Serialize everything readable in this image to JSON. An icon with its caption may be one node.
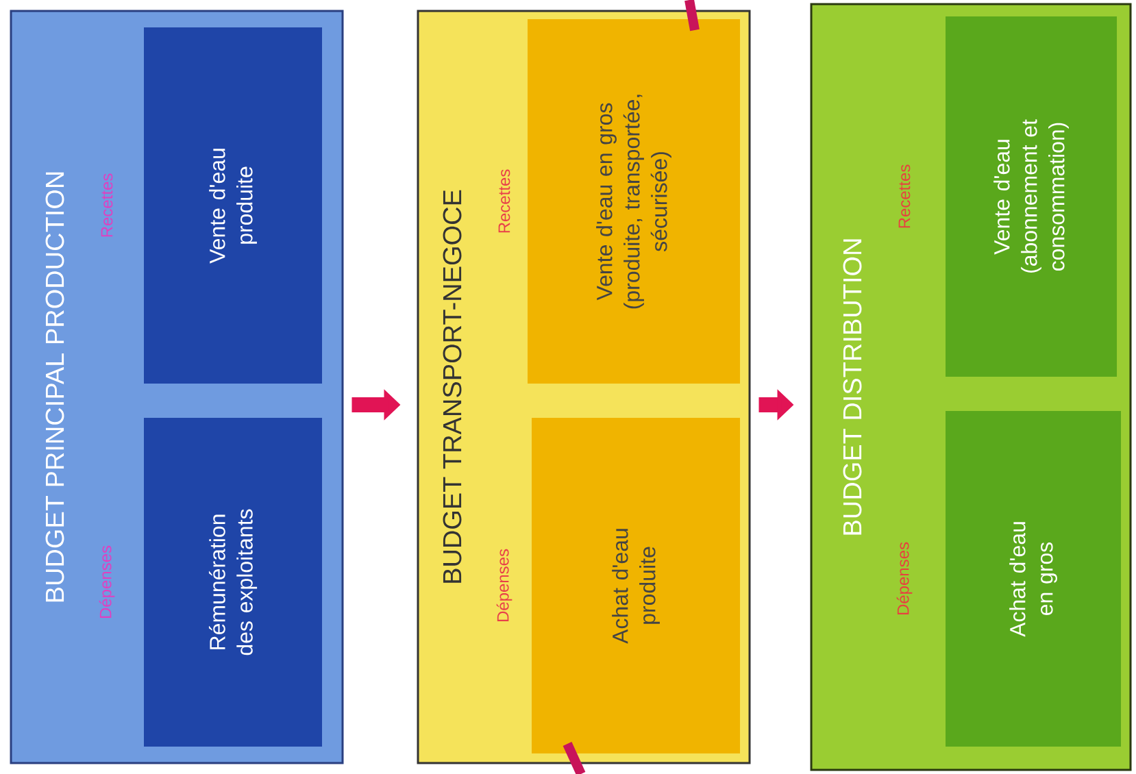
{
  "diagram": {
    "nodes": [
      {
        "text": [
          "BUDGET PRINCIPAL PRODUCTION"
        ]
      },
      {
        "text": [
          "Vente d'eau produite"
        ],
        "beside": [
          "Recettes"
        ],
        "in": 0
      },
      {
        "text": [
          "Rémunération des exploitants"
        ],
        "beside": [
          "Dépenses"
        ],
        "in": 0
      },
      {
        "text": [
          "BUDGET TRANSPORT-NEGOCE"
        ]
      },
      {
        "text": [
          "Vente d'eau en gros (produite, transportée, sécurisée)"
        ],
        "beside": [
          "Recettes"
        ],
        "in": 3
      },
      {
        "text": [
          "Achat d'eau produite"
        ],
        "beside": [
          "Dépenses"
        ],
        "in": 3
      },
      {
        "text": [
          "BUDGET DISTRIBUTION"
        ]
      },
      {
        "text": [
          "Vente d'eau (abonnement et consommation)"
        ],
        "beside": [
          "Recettes"
        ],
        "in": 6
      },
      {
        "text": [
          "Achat d'eau en gros"
        ],
        "beside": [
          "Dépenses"
        ],
        "in": 6
      }
    ],
    "edges": [
      {
        "from": 0,
        "to": 3,
        "arrow": "to"
      },
      {
        "from": 3,
        "to": 6,
        "arrow": "to"
      }
    ]
  }
}
